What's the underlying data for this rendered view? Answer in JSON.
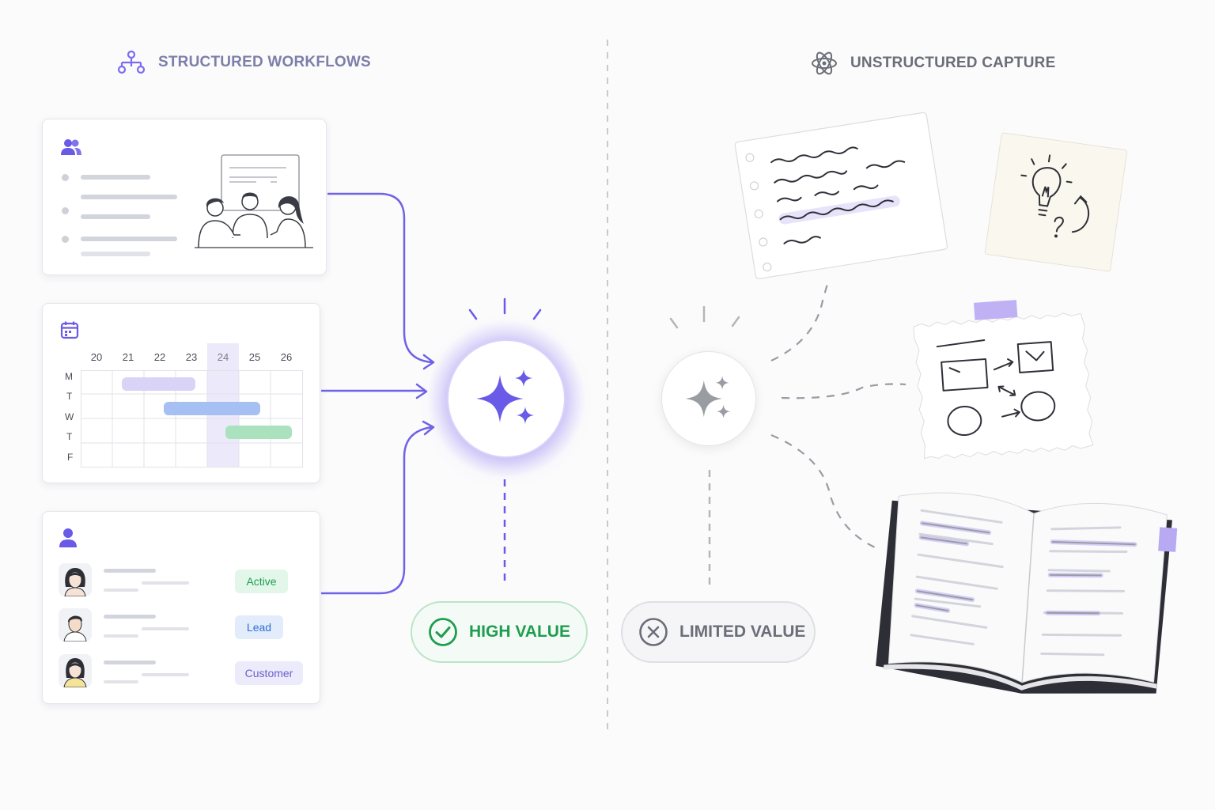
{
  "left_section": {
    "title": "STRUCTURED WORKFLOWS",
    "title_color": "#7c7fa8",
    "icon": "workflow-icon"
  },
  "right_section": {
    "title": "UNSTRUCTURED CAPTURE",
    "title_color": "#6b6e78",
    "icon": "atom-icon"
  },
  "meeting_card": {
    "icon": "users-icon"
  },
  "calendar_card": {
    "icon": "calendar-icon",
    "dates": [
      "20",
      "21",
      "22",
      "23",
      "24",
      "25",
      "26"
    ],
    "highlighted_date": "24",
    "weekdays": [
      "M",
      "T",
      "W",
      "T",
      "F"
    ],
    "bar_colors": [
      "#d9d3f7",
      "#a6c0f4",
      "#a9e2bd"
    ]
  },
  "contacts_card": {
    "icon": "user-icon",
    "contacts": [
      {
        "status": "Active",
        "status_color": "#1f9d4f",
        "status_bg": "#e3f6ea"
      },
      {
        "status": "Lead",
        "status_color": "#2f6fd6",
        "status_bg": "#e2ecfb"
      },
      {
        "status": "Customer",
        "status_color": "#6b5fc9",
        "status_bg": "#ecebfb"
      }
    ]
  },
  "outcomes": {
    "high_value": {
      "label": "HIGH VALUE",
      "color": "#1f9d4f",
      "icon": "check-circle-icon"
    },
    "limited_value": {
      "label": "LIMITED VALUE",
      "color": "#6b6e78",
      "icon": "x-circle-icon"
    }
  },
  "hubs": {
    "active": {
      "icon": "sparkle-icon",
      "color": "#6a5ae8"
    },
    "inactive": {
      "icon": "sparkle-icon",
      "color": "#9a9ca4"
    }
  },
  "capture_items": [
    "lined-note",
    "lightbulb-sticky-note",
    "diagram-sketch-note",
    "open-notebook"
  ]
}
